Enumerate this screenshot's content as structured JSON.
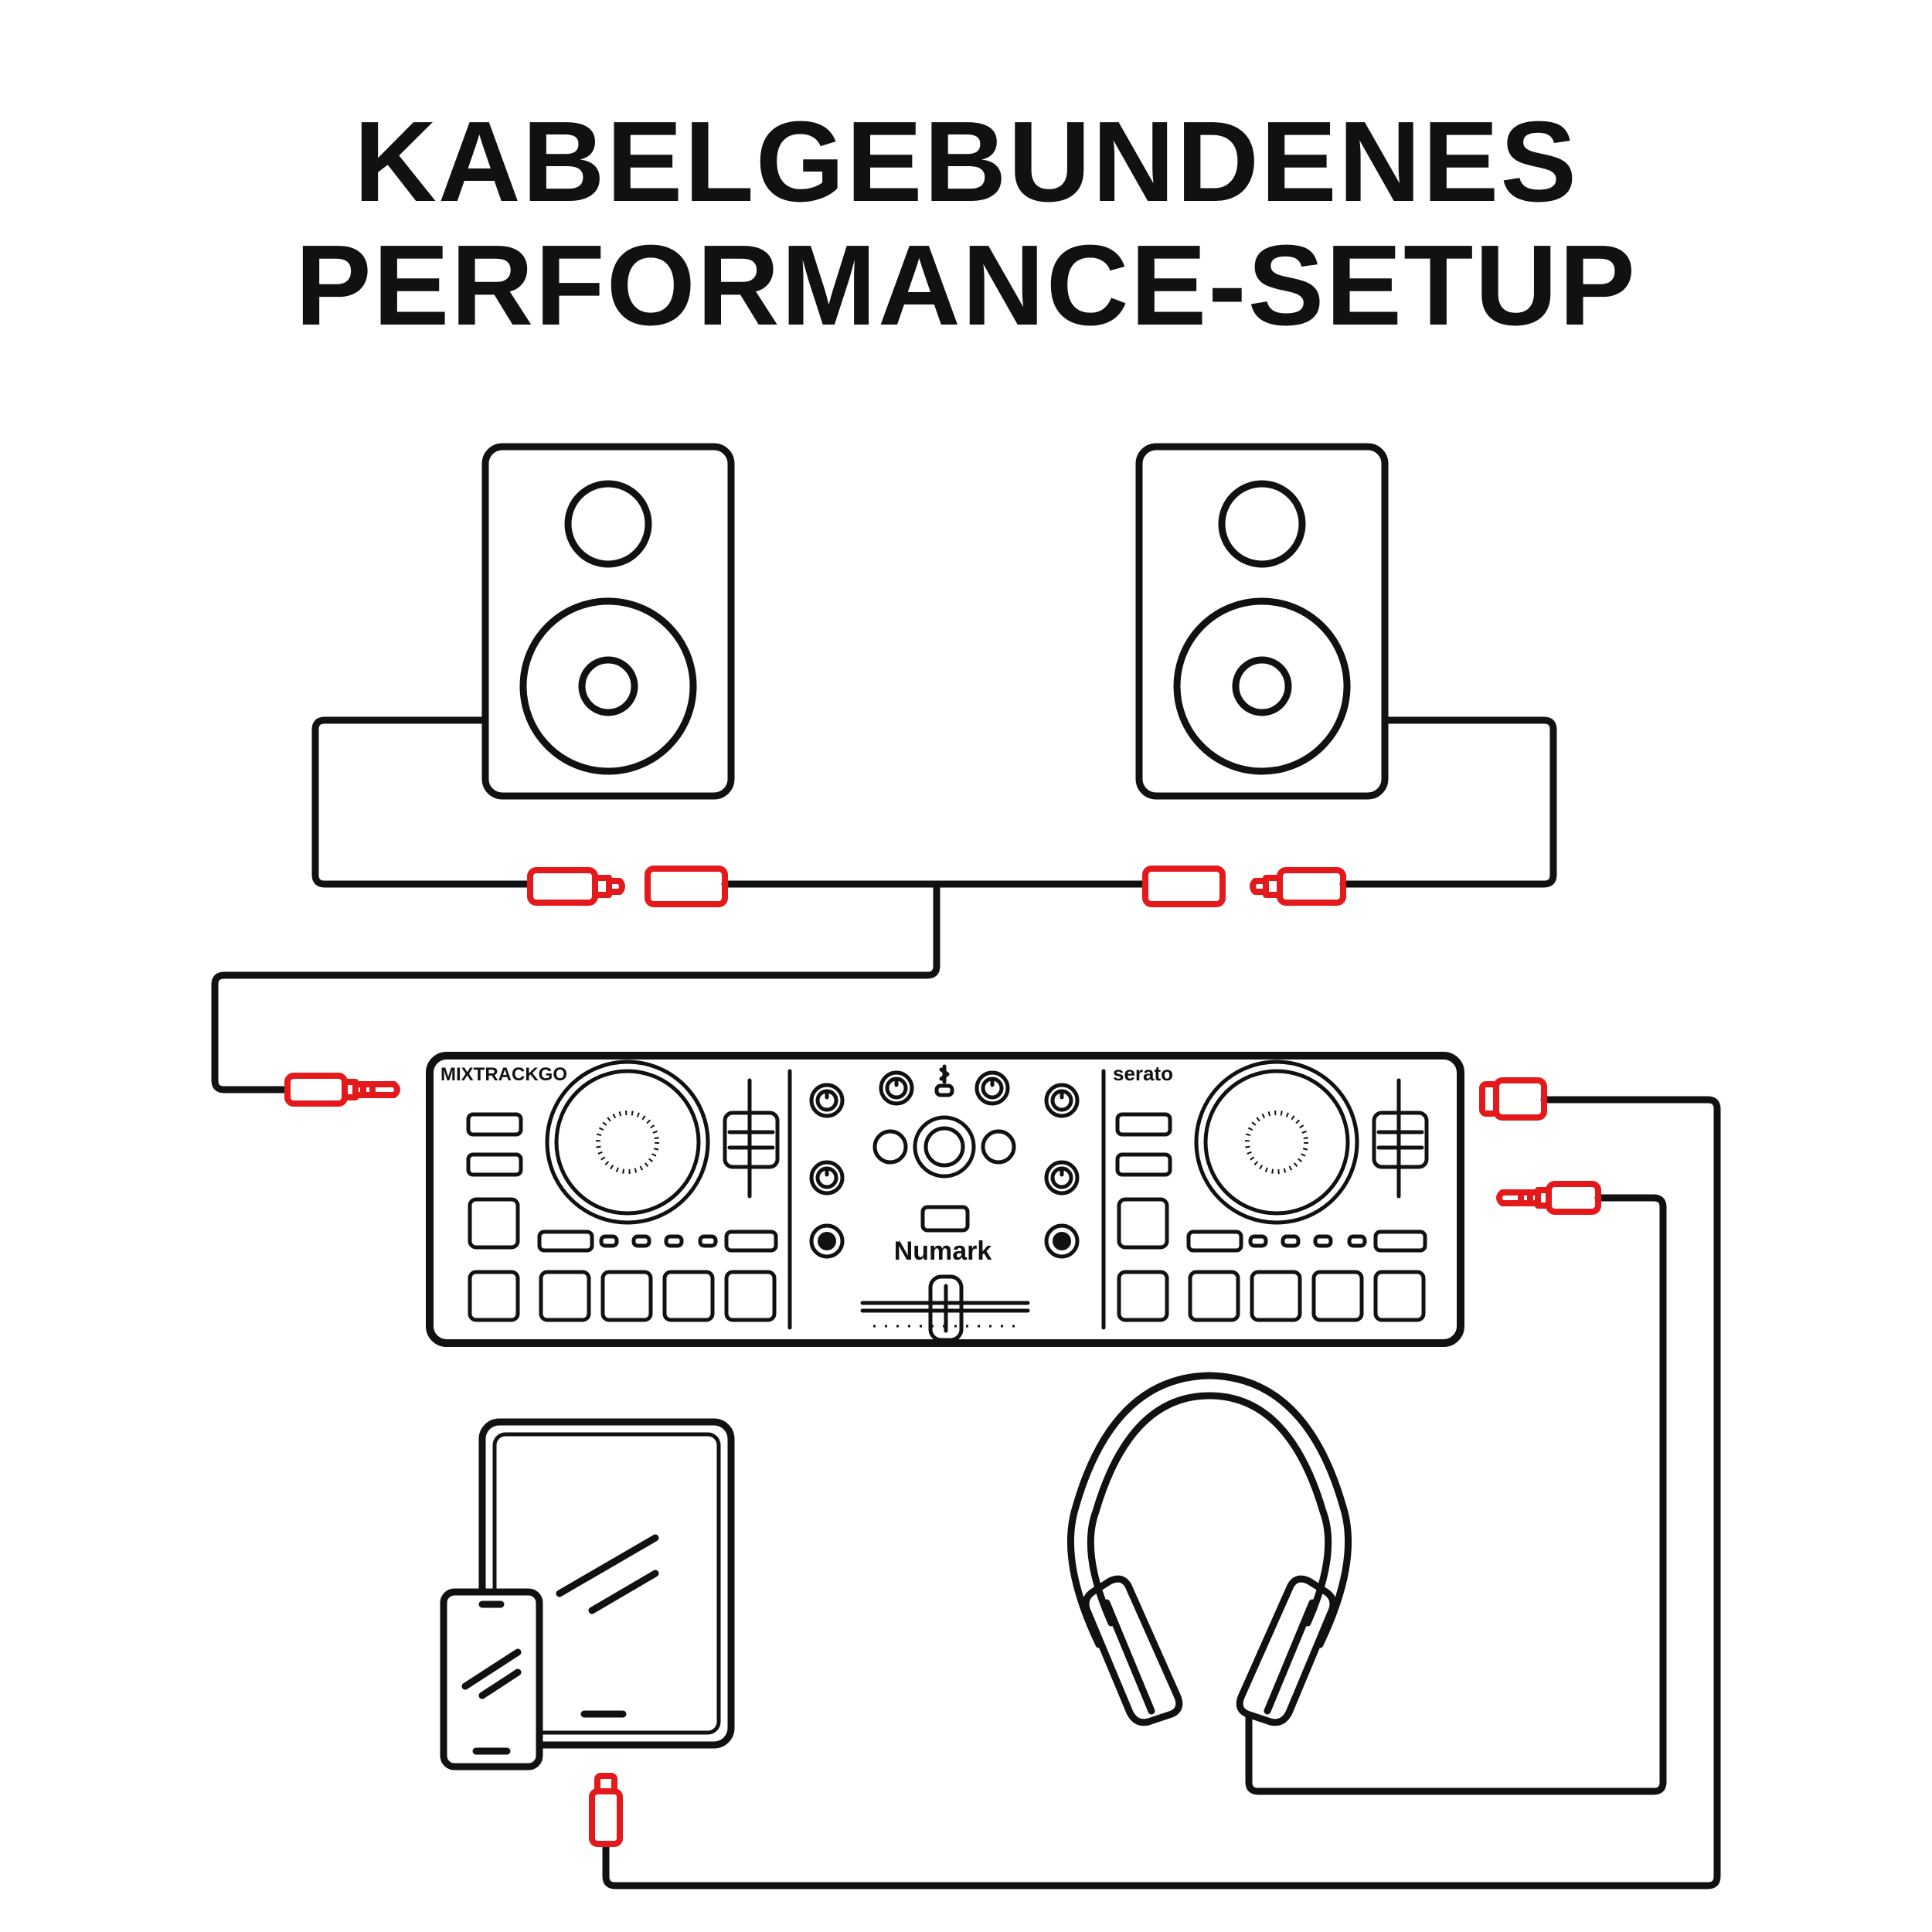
{
  "title": {
    "line1": "KABELGEBUNDENES",
    "line2": "PERFORMANCE-SETUP"
  },
  "controller": {
    "model_label": "MIXTRACKGO",
    "software_label": "serato",
    "brand_label": "Numark"
  },
  "colors": {
    "line": "#111111",
    "connector": "#e3191b",
    "background": "#ffffff"
  },
  "icons": [
    "speaker-icon",
    "dj-controller-icon",
    "tablet-icon",
    "phone-icon",
    "headphones-icon",
    "rca-plug-icon",
    "aux-plug-icon",
    "usb-c-plug-icon"
  ]
}
